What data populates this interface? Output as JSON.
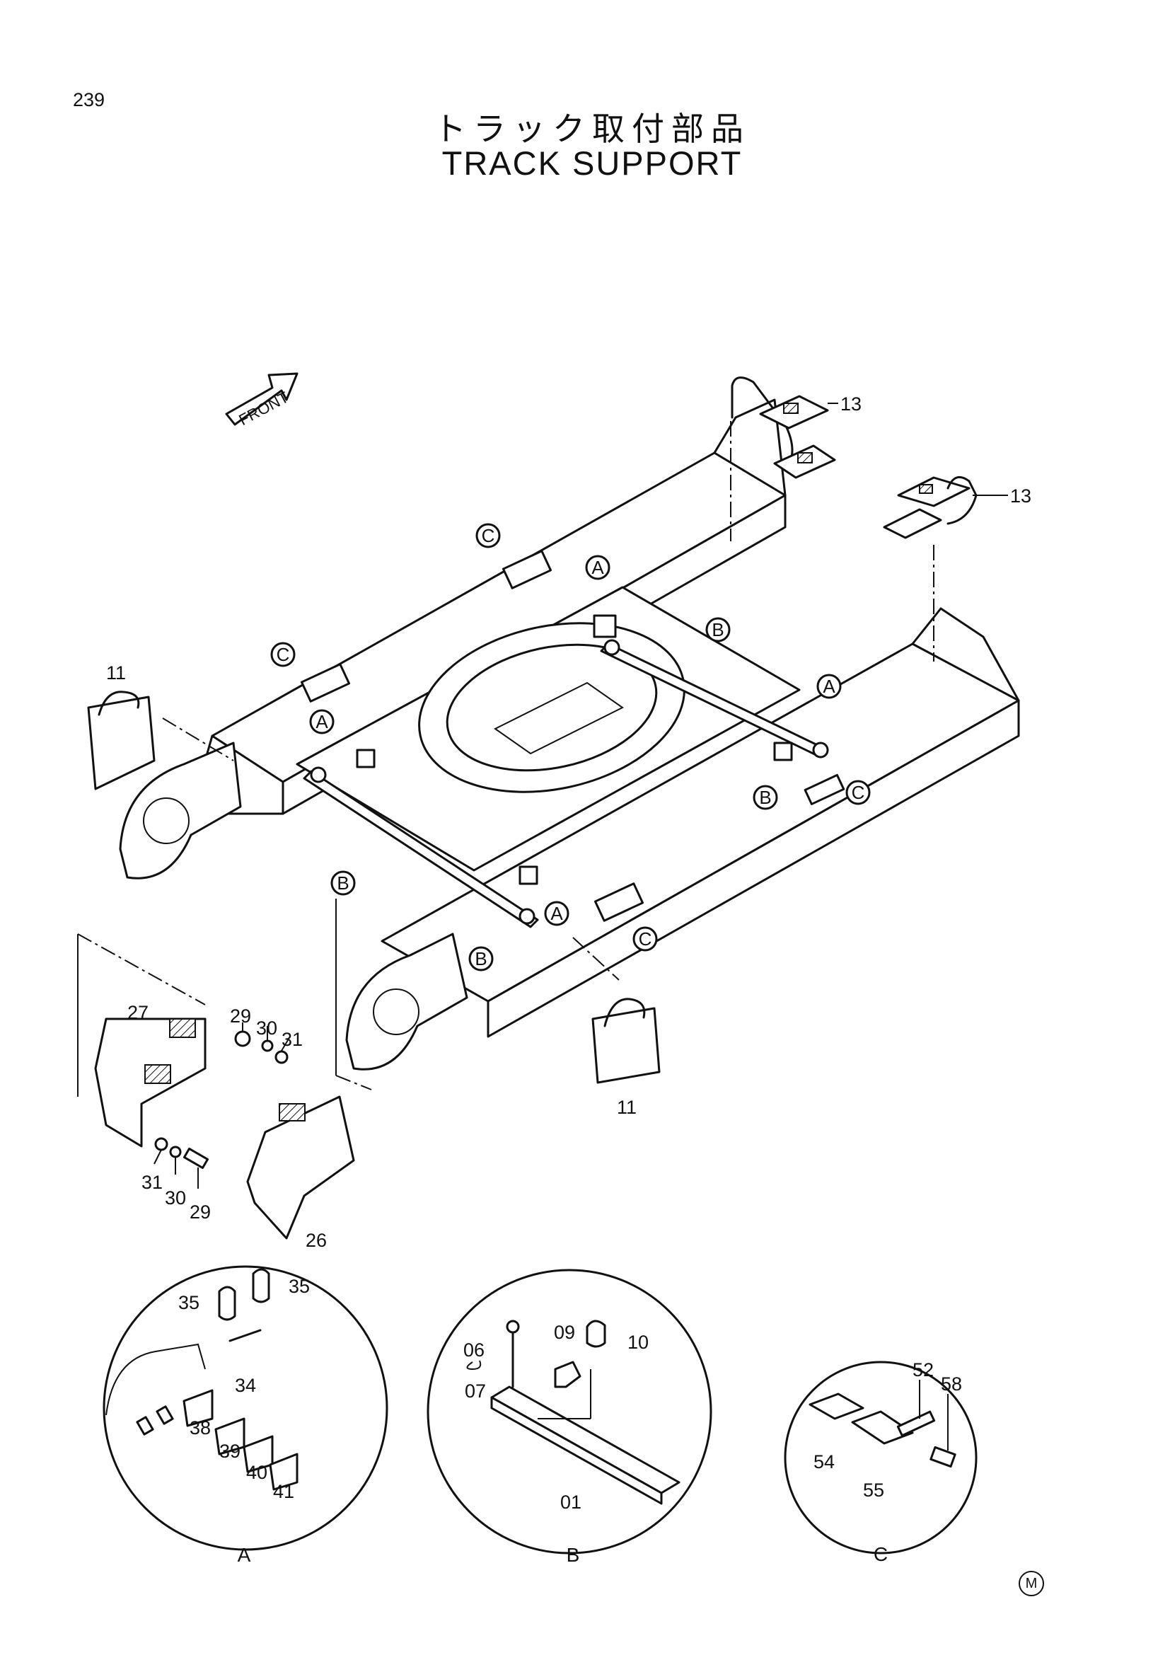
{
  "page": {
    "number": "239",
    "title_ja": "トラック取付部品",
    "title_en": "TRACK SUPPORT",
    "copyright_mark": "M"
  },
  "front_arrow": {
    "label": "FRONT"
  },
  "callouts": {
    "c11_left": "11",
    "c11_right": "11",
    "c13_top": "13",
    "c13_mid": "13",
    "c26": "26",
    "c27": "27",
    "c29_a": "29",
    "c30_a": "30",
    "c31_a": "31",
    "c29_b": "29",
    "c30_b": "30",
    "c31_b": "31"
  },
  "reference_bubbles": {
    "A": "A",
    "B": "B",
    "C": "C"
  },
  "detail_a": {
    "label": "A",
    "parts": {
      "p35_left": "35",
      "p35_right": "35",
      "p34": "34",
      "p38": "38",
      "p39": "39",
      "p40": "40",
      "p41": "41"
    }
  },
  "detail_b": {
    "label": "B",
    "parts": {
      "p06": "06",
      "p07": "07",
      "p09": "09",
      "p10": "10",
      "p01": "01"
    }
  },
  "detail_c": {
    "label": "C",
    "parts": {
      "p52": "52",
      "p54": "54",
      "p55": "55",
      "p58": "58"
    }
  }
}
